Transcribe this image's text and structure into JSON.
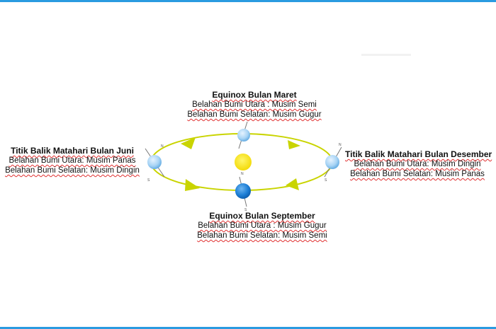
{
  "colors": {
    "frame": "#2a9be0",
    "orbit": "#c9d400",
    "sun": "#f5e000",
    "earth_light": "#a8d4f5",
    "earth_dark": "#1e7fd6",
    "spellcheck": "#e03030"
  },
  "top": {
    "title": "Equinox Bulan Maret",
    "line1": "Belahan Bumi Utara : Musim Semi",
    "line2": "Belahan Bumi Selatan: Musim  Gugur"
  },
  "left": {
    "title": "Titik Balik Matahari Bulan Juni",
    "line1": "Belahan Bumi Utara: Musim Panas",
    "line2": "Belahan Bumi Selatan: Musim Dingin"
  },
  "right": {
    "title": "Titik Balik Matahari Bulan Desember",
    "line1": "Belahan Bumi Utara: Musim Dingin",
    "line2": "Belahan Bumi Selatan: Musim  Panas"
  },
  "bottom": {
    "title": "Equinox Bulan September",
    "line1": "Belahan Bumi Utara : Musim Gugur",
    "line2": "Belahan Bumi Selatan: Musim  Semi"
  },
  "axis_labels": {
    "north": "N",
    "south": "S"
  }
}
